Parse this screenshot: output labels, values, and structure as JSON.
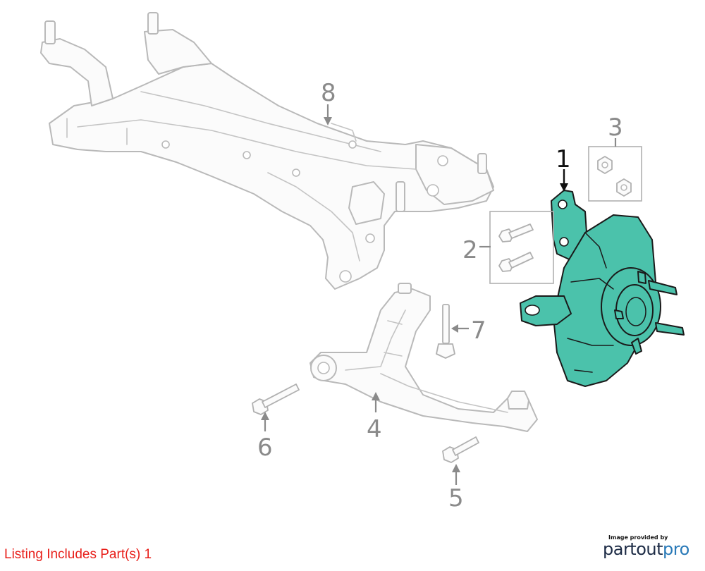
{
  "diagram": {
    "callouts": [
      {
        "id": "1",
        "label": "1",
        "highlighted": true
      },
      {
        "id": "2",
        "label": "2",
        "highlighted": false
      },
      {
        "id": "3",
        "label": "3",
        "highlighted": false
      },
      {
        "id": "4",
        "label": "4",
        "highlighted": false
      },
      {
        "id": "5",
        "label": "5",
        "highlighted": false
      },
      {
        "id": "6",
        "label": "6",
        "highlighted": false
      },
      {
        "id": "7",
        "label": "7",
        "highlighted": false
      },
      {
        "id": "8",
        "label": "8",
        "highlighted": false
      }
    ],
    "highlight_color": "#4bc2ab",
    "outline_color": "#b9b9b9"
  },
  "listing_note": "Listing Includes Part(s) 1",
  "listing_note_color": "#e8201b",
  "provider": {
    "caption": "Image provided by",
    "logo_part1": "partout",
    "logo_part2": "pro"
  }
}
